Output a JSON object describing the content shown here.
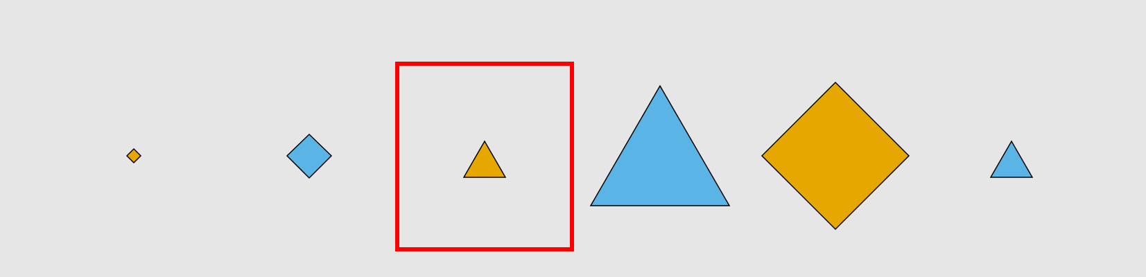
{
  "colors": {
    "background": "#e6e6e6",
    "blue": "#5ab4e6",
    "orange": "#e5a700",
    "stroke": "#000000",
    "highlight": "#ff0000"
  },
  "shapes": [
    {
      "name": "orange-diamond-tiny-shape",
      "kind": "diamond",
      "color": "orange",
      "highlighted": false
    },
    {
      "name": "blue-diamond-small-shape",
      "kind": "diamond",
      "color": "blue",
      "highlighted": false
    },
    {
      "name": "orange-triangle-small-shape",
      "kind": "triangle",
      "color": "orange",
      "highlighted": true
    },
    {
      "name": "blue-triangle-large-shape",
      "kind": "triangle",
      "color": "blue",
      "highlighted": false
    },
    {
      "name": "orange-diamond-large-shape",
      "kind": "diamond",
      "color": "orange",
      "highlighted": false
    },
    {
      "name": "blue-triangle-small-shape",
      "kind": "triangle",
      "color": "blue",
      "highlighted": false
    }
  ]
}
